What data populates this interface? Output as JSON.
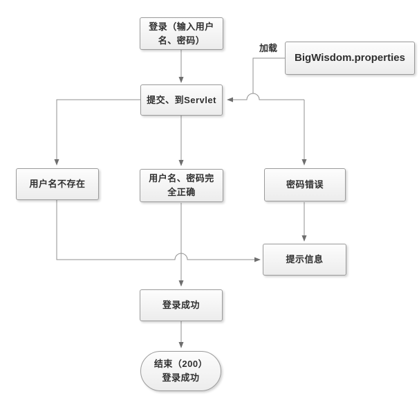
{
  "diagram": {
    "type": "flowchart",
    "nodes": {
      "login": {
        "label": "登录（输入用户\n名、密码）",
        "shape": "process"
      },
      "bigwisdom": {
        "label": "BigWisdom.properties",
        "shape": "process"
      },
      "servlet": {
        "label": "提交、到Servlet",
        "shape": "process"
      },
      "user_not_exist": {
        "label": "用户名不存在",
        "shape": "process"
      },
      "credentials_correct": {
        "label": "用户名、密码完\n全正确",
        "shape": "process"
      },
      "password_error": {
        "label": "密码错误",
        "shape": "process"
      },
      "tip_message": {
        "label": "提示信息",
        "shape": "process"
      },
      "login_success": {
        "label": "登录成功",
        "shape": "process"
      },
      "end": {
        "label": "结束（200）\n登录成功",
        "shape": "terminator"
      }
    },
    "edge_labels": {
      "load": "加载"
    },
    "edges": [
      {
        "from": "login",
        "to": "servlet"
      },
      {
        "from": "bigwisdom",
        "to": "servlet",
        "label": "加载"
      },
      {
        "from": "servlet",
        "to": "user_not_exist"
      },
      {
        "from": "servlet",
        "to": "credentials_correct"
      },
      {
        "from": "servlet",
        "to": "password_error"
      },
      {
        "from": "user_not_exist",
        "to": "tip_message"
      },
      {
        "from": "password_error",
        "to": "tip_message"
      },
      {
        "from": "credentials_correct",
        "to": "login_success"
      },
      {
        "from": "login_success",
        "to": "end"
      }
    ],
    "colors": {
      "background": "#ffffff",
      "connector": "#8f8f8f",
      "arrow": "#6e6e6e",
      "node_border": "#9a9a9a",
      "node_fill_top": "#fdfdfd",
      "node_fill_bottom": "#ececec",
      "text": "#2f2f2f"
    }
  }
}
